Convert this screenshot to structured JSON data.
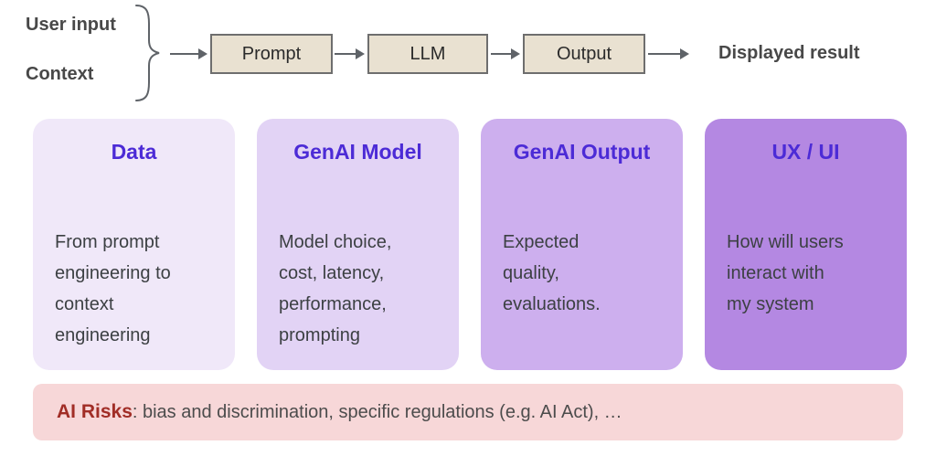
{
  "flow": {
    "inputs": [
      "User input",
      "Context"
    ],
    "boxes": [
      "Prompt",
      "LLM",
      "Output"
    ],
    "result": "Displayed result"
  },
  "cards": [
    {
      "title": "Data",
      "body": "From prompt\nengineering to\ncontext\nengineering",
      "bg": "#f0e8f9"
    },
    {
      "title": "GenAI Model",
      "body": "Model choice,\ncost, latency,\nperformance,\nprompting",
      "bg": "#e2d3f5"
    },
    {
      "title": "GenAI Output",
      "body": "Expected\nquality,\nevaluations.",
      "bg": "#cdafee"
    },
    {
      "title": "UX / UI",
      "body": "How will users\ninteract with\nmy system",
      "bg": "#b488e2"
    }
  ],
  "risks": {
    "label": "AI Risks",
    "text": ": bias and discrimination, specific regulations (e.g. AI Act), …"
  },
  "colors": {
    "card_title": "#4c2bd6",
    "body_text": "#3c4043",
    "flow_box_fill": "#e9e1d1",
    "flow_box_border": "#6e6e6e",
    "arrow": "#5f6368",
    "banner_bg": "#f7d7d8",
    "risk_red": "#a12d26"
  }
}
